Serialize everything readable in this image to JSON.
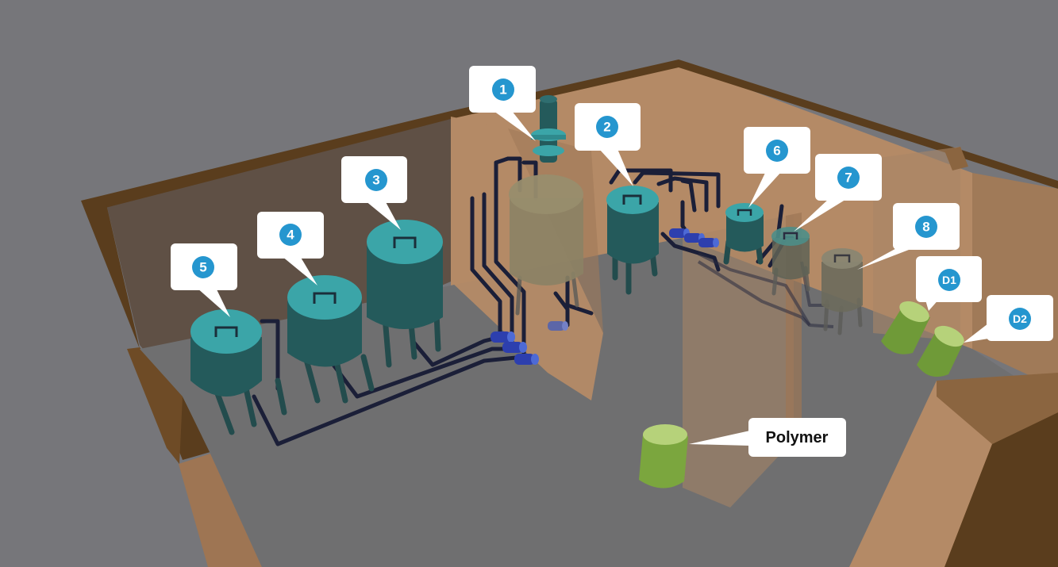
{
  "callouts": {
    "c1": "1",
    "c2": "2",
    "c3": "3",
    "c4": "4",
    "c5": "5",
    "c6": "6",
    "c7": "7",
    "c8": "8",
    "d1": "D1",
    "d2": "D2",
    "polymer": "Polymer"
  },
  "colors": {
    "background": "#76767a",
    "wall_light": "#b48a66",
    "wall_dark": "#5a3d1d",
    "tank_teal": "#2b5f60",
    "tank_lid": "#3ba5a8",
    "drum_green": "#86b14a",
    "badge_blue": "#2596cf",
    "pipe": "#1b1f38",
    "pump_blue": "#2d3fae"
  }
}
